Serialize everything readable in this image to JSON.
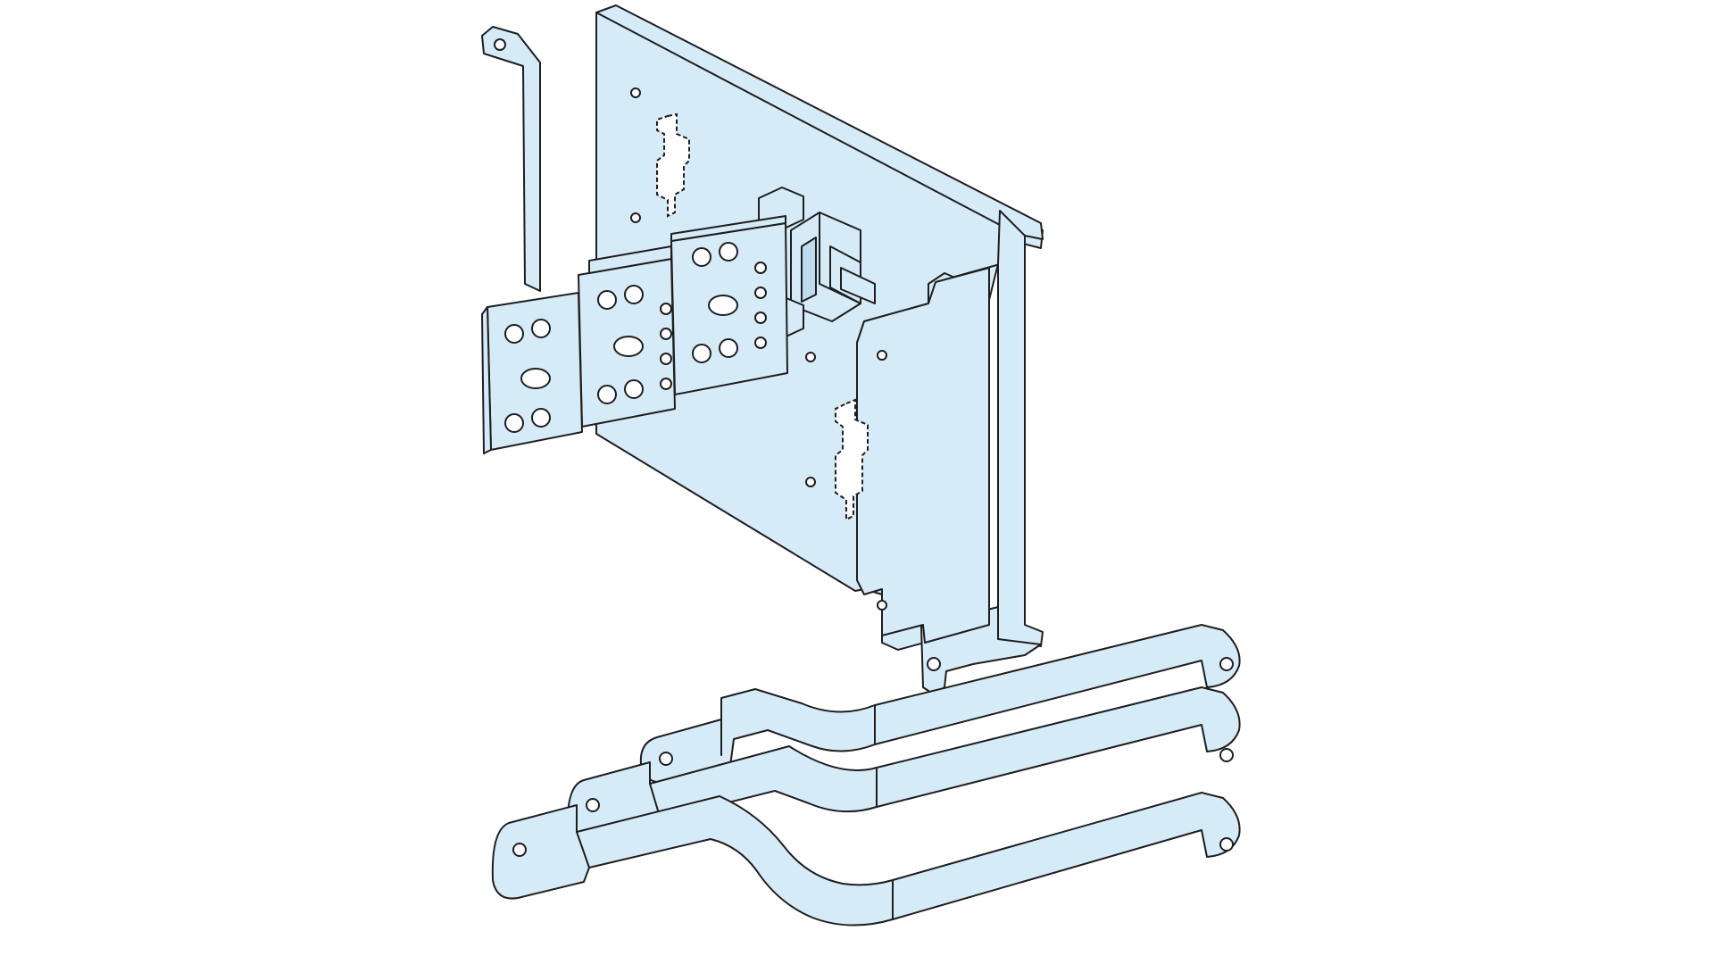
{
  "colors": {
    "part_fill": "#d6ebf8",
    "part_shade": "#bfdcef",
    "line": "#1e1e1e",
    "background": "#ffffff"
  },
  "icons": [
    "mounting-plate",
    "terminal-pad",
    "connector-bar"
  ]
}
